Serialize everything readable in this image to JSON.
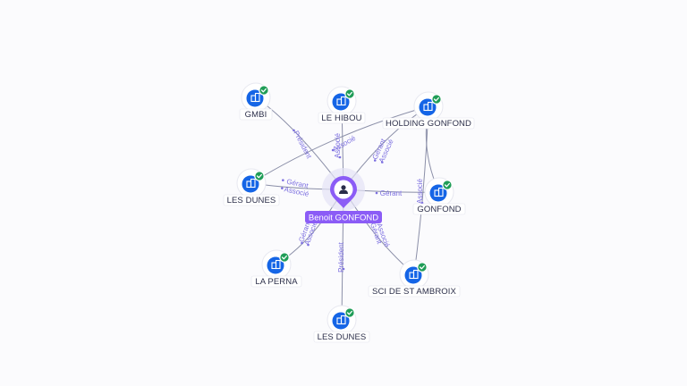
{
  "center": {
    "name": "Benoit GONFOND",
    "icon": "person-icon",
    "color": "#8b5cf6"
  },
  "nodes": [
    {
      "id": "gmbi",
      "label": "GMBI",
      "icon": "company-building-icon",
      "status": "verified-check-icon"
    },
    {
      "id": "le-hibou",
      "label": "LE HIBOU",
      "icon": "company-building-icon",
      "status": "verified-check-icon"
    },
    {
      "id": "holding-gonfond",
      "label": "HOLDING GONFOND",
      "icon": "company-building-icon",
      "status": "verified-check-icon"
    },
    {
      "id": "les-dunes-left",
      "label": "LES DUNES",
      "icon": "company-building-icon",
      "status": "verified-check-icon"
    },
    {
      "id": "gonfond",
      "label": "GONFOND",
      "icon": "company-building-icon",
      "status": "verified-check-icon"
    },
    {
      "id": "la-perna",
      "label": "LA PERNA",
      "icon": "company-building-icon",
      "status": "verified-check-icon"
    },
    {
      "id": "sci-st-ambroix",
      "label": "SCI DE ST AMBROIX",
      "icon": "company-building-icon",
      "status": "verified-check-icon"
    },
    {
      "id": "les-dunes-bottom",
      "label": "LES DUNES",
      "icon": "company-building-icon",
      "status": "verified-check-icon"
    }
  ],
  "edges": [
    {
      "from": "center",
      "to": "gmbi",
      "labels": [
        "Président"
      ]
    },
    {
      "from": "center",
      "to": "le-hibou",
      "labels": [
        "Associé"
      ]
    },
    {
      "from": "center",
      "to": "holding-gonfond",
      "labels": [
        "Gérant",
        "Associé"
      ]
    },
    {
      "from": "center",
      "to": "les-dunes-left",
      "labels": [
        "Gérant",
        "Associé"
      ]
    },
    {
      "from": "center",
      "to": "gonfond",
      "labels": [
        "Gérant"
      ]
    },
    {
      "from": "center",
      "to": "la-perna",
      "labels": [
        "Gérant",
        "Associé"
      ]
    },
    {
      "from": "center",
      "to": "sci-st-ambroix",
      "labels": [
        "Gérant",
        "Associé"
      ]
    },
    {
      "from": "center",
      "to": "les-dunes-bottom",
      "labels": [
        "Président"
      ]
    },
    {
      "from": "holding-gonfond",
      "to": "les-dunes-left",
      "labels": [
        "Associé"
      ]
    },
    {
      "from": "holding-gonfond",
      "to": "gonfond",
      "labels": [
        "Associé"
      ]
    },
    {
      "from": "holding-gonfond",
      "to": "sci-st-ambroix",
      "labels": []
    }
  ],
  "colors": {
    "company": "#1565e6",
    "verified": "#1f9d57",
    "edge": "#8b8fa8",
    "edge_label": "#7c6fe0"
  }
}
